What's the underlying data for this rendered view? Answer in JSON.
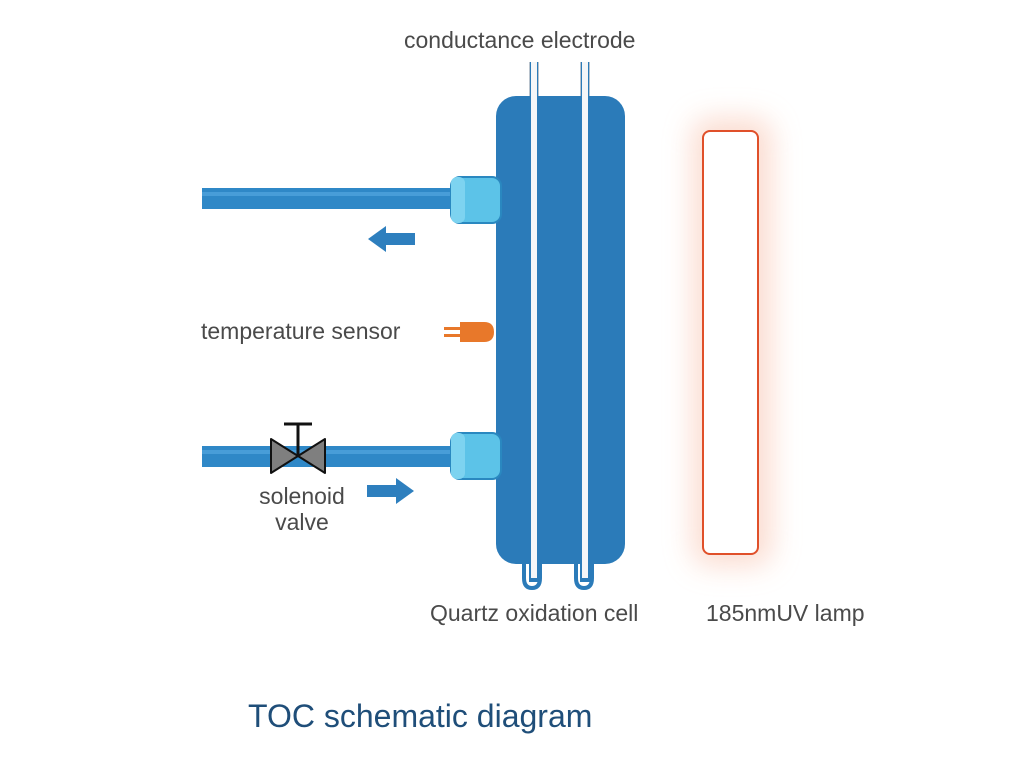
{
  "diagram": {
    "title": "TOC schematic diagram",
    "labels": {
      "conductance_electrode": "conductance electrode",
      "temperature_sensor": "temperature sensor",
      "solenoid_valve_line1": "solenoid",
      "solenoid_valve_line2": "valve",
      "quartz_oxidation_cell": "Quartz oxidation cell",
      "uv_lamp": "185nmUV lamp"
    },
    "colors": {
      "cell_body": "#2b7bb9",
      "pipe": "#2f88c7",
      "fitting": "#5cc3e8",
      "flow_arrow": "#2e7fbe",
      "electrode": "#f4f6f8",
      "sensor": "#e8782a",
      "valve": "#7f7f7f",
      "lamp_outline": "#e0502a",
      "lamp_glow": "#fbd9cc"
    },
    "icons": {
      "outlet_arrow": "arrow-left-icon",
      "inlet_arrow": "arrow-right-icon",
      "valve": "solenoid-valve-icon",
      "sensor": "temperature-probe-icon"
    }
  }
}
